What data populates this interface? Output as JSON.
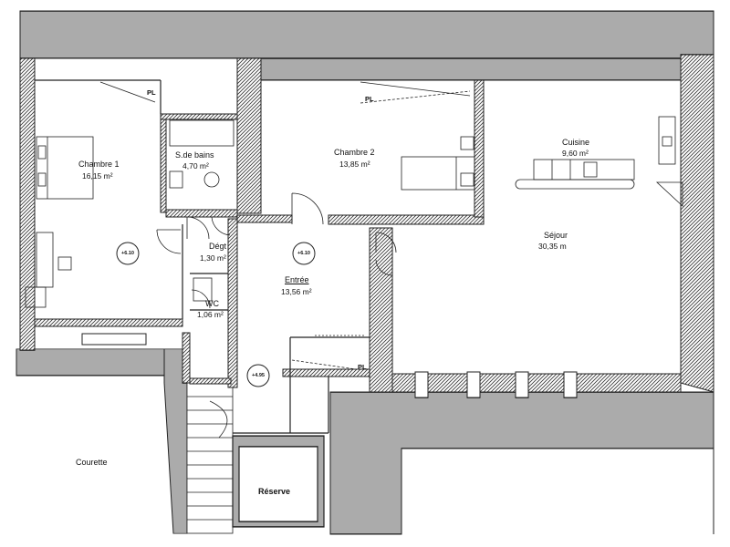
{
  "rooms": [
    {
      "key": "chambre1",
      "name": "Chambre 1",
      "area": "16,15 m²"
    },
    {
      "key": "sdb",
      "name": "S.de bains",
      "area": "4,70 m²"
    },
    {
      "key": "chambre2",
      "name": "Chambre 2",
      "area": "13,85 m²"
    },
    {
      "key": "cuisine",
      "name": "Cuisine",
      "area": "9,60 m²"
    },
    {
      "key": "sejour",
      "name": "Séjour",
      "area": "30,35 m"
    },
    {
      "key": "degt",
      "name": "Dégt",
      "area": "1,30 m²"
    },
    {
      "key": "wc",
      "name": "WC",
      "area": "1,06 m²"
    },
    {
      "key": "entree",
      "name": "Entrée",
      "area": "13,56 m²"
    },
    {
      "key": "courette",
      "name": "Courette",
      "area": ""
    },
    {
      "key": "reserve",
      "name": "Réserve",
      "area": ""
    }
  ],
  "markers": {
    "pl": "PL"
  },
  "levels": [
    "+6.10",
    "+6.10",
    "+4.95"
  ]
}
